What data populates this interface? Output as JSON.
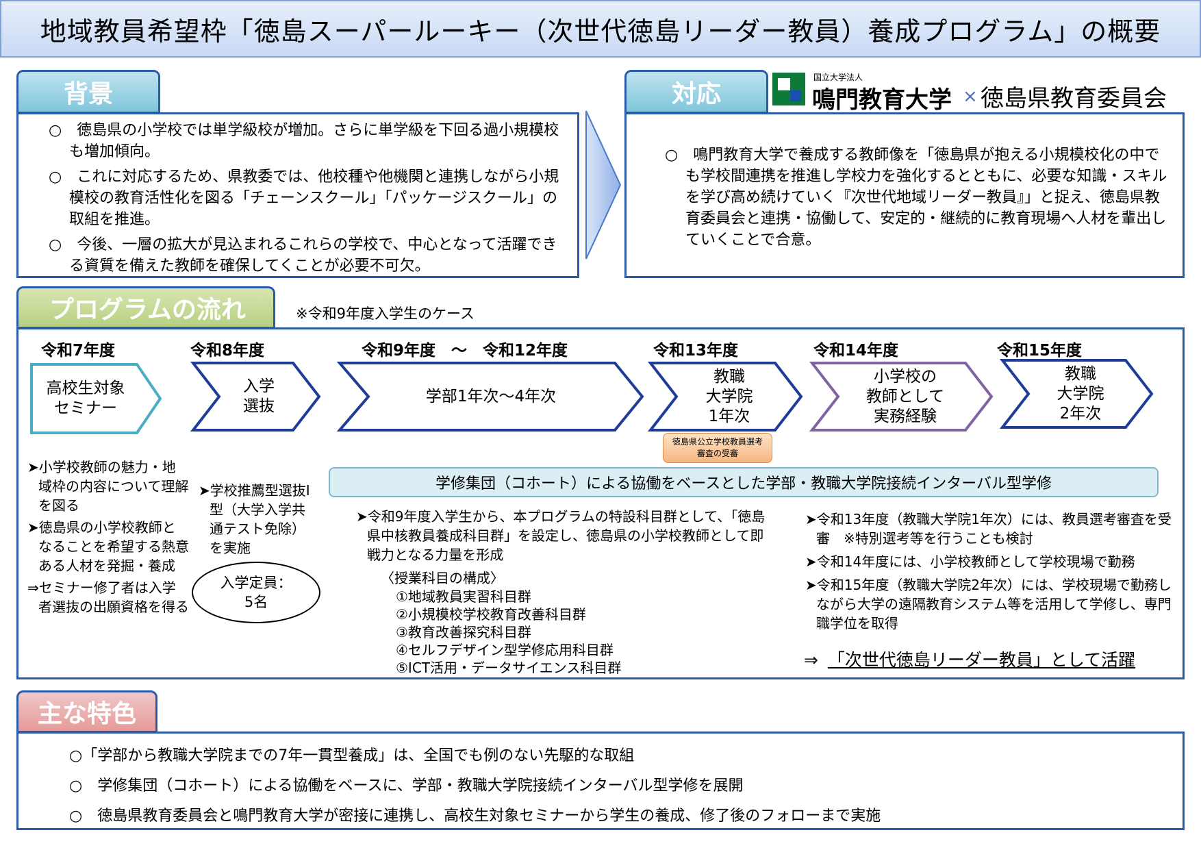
{
  "title": "地域教員希望枠「徳島スーパールーキー（次世代徳島リーダー教員）養成プログラム」の概要",
  "background": {
    "tab": "背景",
    "items": [
      "○　徳島県の小学校では単学級校が増加。さらに単学級を下回る過小規模校も増加傾向。",
      "○　これに対応するため、県教委では、他校種や他機関と連携しながら小規模校の教育活性化を図る「チェーンスクール」「パッケージスクール」の取組を推進。",
      "○　今後、一層の拡大が見込まれるこれらの学校で、中心となって活躍できる資質を備えた教師を確保してくことが必要不可欠。"
    ]
  },
  "response": {
    "tab": "対応",
    "logo_small": "国立大学法人",
    "logo_name": "鳴門教育大学",
    "cross": "×",
    "partner": "徳島県教育委員会",
    "text": "○　鳴門教育大学で養成する教師像を「徳島県が抱える小規模校化の中でも学校間連携を推進し学校力を強化するとともに、必要な知識・スキルを学び高め続けていく『次世代地域リーダー教員』」と捉え、徳島県教育委員会と連携・協働して、安定的・継続的に教育現場へ人材を輩出していくことで合意。"
  },
  "program": {
    "tab": "プログラムの流れ",
    "note": "※令和9年度入学生のケース",
    "years": [
      "令和7年度",
      "令和8年度",
      "令和9年度　～　令和12年度",
      "令和13年度",
      "令和14年度",
      "令和15年度"
    ],
    "stages": [
      {
        "label": "高校生対象\nセミナー",
        "color": "#4bacc6"
      },
      {
        "label": "入学\n選抜",
        "color": "#1f3c99"
      },
      {
        "label": "学部1年次～4年次",
        "color": "#1f3c99"
      },
      {
        "label": "教職\n大学院\n1年次",
        "color": "#1f3c99"
      },
      {
        "label": "小学校の\n教師として\n実務経験",
        "color": "#8064a2"
      },
      {
        "label": "教職\n大学院\n2年次",
        "color": "#1f3c99"
      }
    ],
    "exam_badge": "徳島県公立学校教員選考審査の受審",
    "cohort_banner": "学修集団（コホート）による協働をベースとした学部・教職大学院接続インターバル型学修",
    "seminar_notes": [
      "➤小学校教師の魅力・地域枠の内容について理解を図る",
      "➤徳島県の小学校教師となることを希望する熱意ある人材を発掘・養成",
      "⇒セミナー修了者は入学者選抜の出願資格を得る"
    ],
    "admission_note": "➤学校推薦型選抜Ⅰ型（大学入学共通テスト免除）を実施",
    "capacity": "入学定員：\n5名",
    "course_intro": "➤令和9年度入学生から、本プログラムの特設科目群として、「徳島県中核教員養成科目群」を設定し、徳島県の小学校教師として即戦力となる力量を形成",
    "course_heading": "〈授業科目の構成〉",
    "courses": [
      "①地域教員実習科目群",
      "②小規模校学校教育改善科目群",
      "③教育改善探究科目群",
      "④セルフデザイン型学修応用科目群",
      "⑤ICT活用・データサイエンス科目群"
    ],
    "later_notes": [
      "➤令和13年度（教職大学院1年次）には、教員選考審査を受審　※特別選考等を行うことも検討",
      "➤令和14年度には、小学校教師として学校現場で勤務",
      "➤令和15年度（教職大学院2年次）には、学校現場で勤務しながら大学の遠隔教育システム等を活用して学修し、専門職学位を取得"
    ],
    "conclusion_arrow": "⇒",
    "conclusion": "「次世代徳島リーダー教員」として活躍"
  },
  "features": {
    "tab": "主な特色",
    "items": [
      "○「学部から教職大学院までの7年一貫型養成」は、全国でも例のない先駆的な取組",
      "○　学修集団（コホート）による協働をベースに、学部・教職大学院接続インターバル型学修を展開",
      "○　徳島県教育委員会と鳴門教育大学が密接に連携し、高校生対象セミナーから学生の養成、修了後のフォローまで実施"
    ]
  }
}
